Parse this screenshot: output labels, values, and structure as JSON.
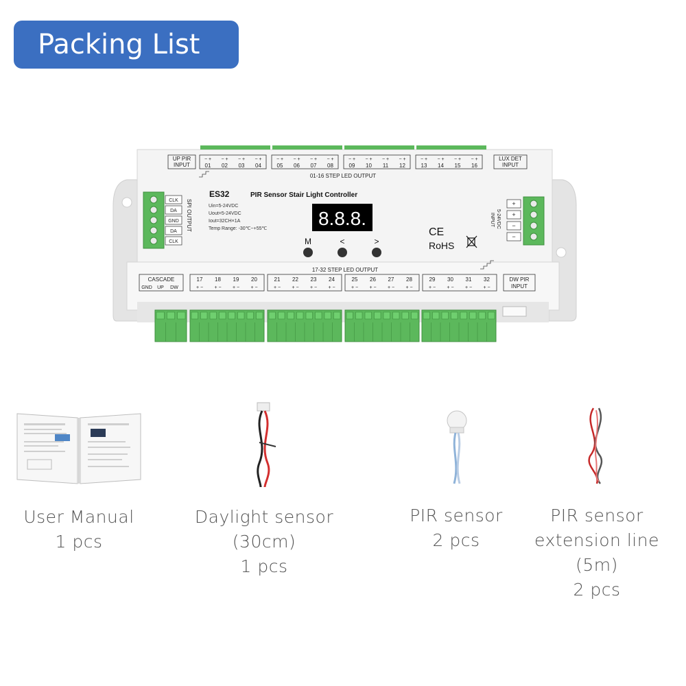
{
  "header": {
    "title": "Packing List"
  },
  "device": {
    "model": "ES32",
    "name": "PIR Sensor Stair Light Controller",
    "specs": [
      "Uin=5-24VDC",
      "Uout=5-24VDC",
      "Iout=32CH×1A",
      "Temp Range: -30℃~+55℃"
    ],
    "display": "8.8.8.",
    "buttons": [
      "M",
      "<",
      ">"
    ],
    "top_left_label": [
      "UP PIR",
      "INPUT"
    ],
    "top_right_label": [
      "LUX DET",
      "INPUT"
    ],
    "bottom_left_label": "CASCADE",
    "cascade_pins": [
      "GND",
      "UP",
      "DW"
    ],
    "bottom_right_label": [
      "DW PIR",
      "INPUT"
    ],
    "top_output_label": "01-16 STEP LED OUTPUT",
    "bottom_output_label": "17-32 STEP LED OUTPUT",
    "top_channels": [
      "01",
      "02",
      "03",
      "04",
      "05",
      "06",
      "07",
      "08",
      "09",
      "10",
      "11",
      "12",
      "13",
      "14",
      "15",
      "16"
    ],
    "bottom_channels": [
      "17",
      "18",
      "19",
      "20",
      "21",
      "22",
      "23",
      "24",
      "25",
      "26",
      "27",
      "28",
      "29",
      "30",
      "31",
      "32"
    ],
    "spi_pins": [
      "CLK",
      "DA",
      "GND",
      "DA",
      "CLK"
    ],
    "spi_label": "SPI OUTPUT",
    "power_signs": [
      "+",
      "+",
      "−",
      "−"
    ],
    "power_label": [
      "INPUT",
      "5-24VDC"
    ],
    "ce_mark": "CE",
    "rohs_mark": "RoHS"
  },
  "items": [
    {
      "name": "User Manual",
      "qty": "1 pcs"
    },
    {
      "name": "Daylight sensor",
      "detail": "(30cm)",
      "qty": "1 pcs"
    },
    {
      "name": "PIR sensor",
      "qty": "2 pcs"
    },
    {
      "name": "PIR sensor",
      "detail": "extension line (5m)",
      "qty": "2 pcs"
    }
  ],
  "colors": {
    "badge": "#3b6fc1",
    "terminal": "#5cb85c",
    "case": "#f2f2f2",
    "display": "#000000",
    "digits": "#ffffff"
  }
}
